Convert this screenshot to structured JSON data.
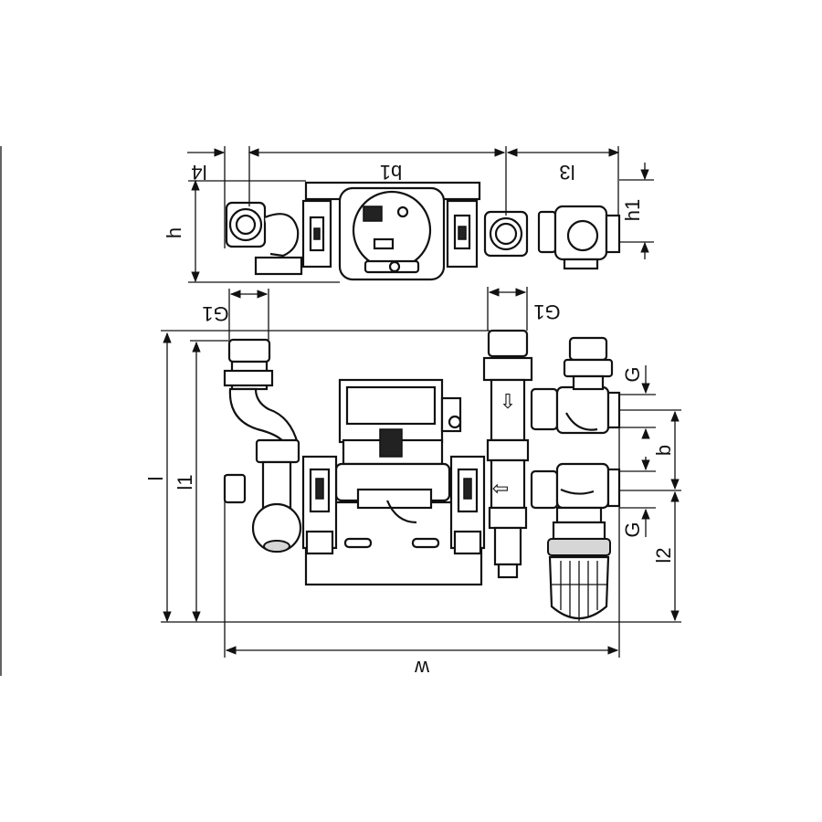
{
  "figure": {
    "top_view": {
      "dimensions": {
        "l4": "l4",
        "b1": "b1",
        "l3": "l3",
        "h": "h",
        "h1": "h1"
      }
    },
    "front_view": {
      "dimensions": {
        "g1_left": "G1",
        "g1_right": "G1",
        "l": "l",
        "l1": "l1",
        "g_upper": "G",
        "b": "b",
        "g_lower": "G",
        "l2": "l2",
        "w": "w"
      }
    }
  }
}
